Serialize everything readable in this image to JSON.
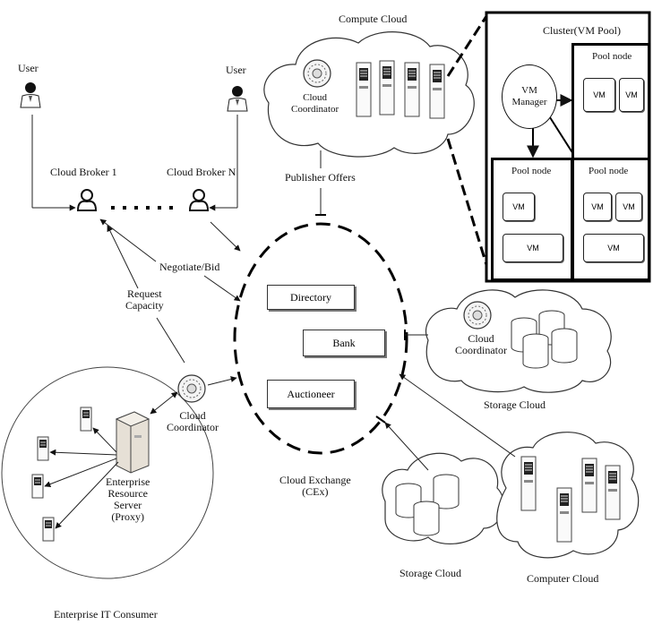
{
  "labels": {
    "compute_cloud": "Compute Cloud",
    "user_left": "User",
    "user_right": "User",
    "cloud_broker_1": "Cloud Broker 1",
    "cloud_broker_n": "Cloud Broker N",
    "cloud_coordinator_top": "Cloud\nCoordinator",
    "publisher_offers": "Publisher Offers",
    "negotiate_bid": "Negotiate/Bid",
    "request_capacity": "Request\nCapacity",
    "cloud_coordinator_mid": "Cloud\nCoordinator",
    "cloud_coordinator_right": "Cloud\nCoordinator",
    "storage_cloud_right": "Storage Cloud",
    "storage_cloud_bottom": "Storage Cloud",
    "computer_cloud": "Computer Cloud",
    "cloud_exchange": "Cloud Exchange\n(CEx)",
    "ers": "Enterprise\nResource\nServer\n(Proxy)",
    "enterprise_consumer": "Enterprise IT Consumer"
  },
  "exchange": {
    "directory": "Directory",
    "bank": "Bank",
    "auctioneer": "Auctioneer"
  },
  "cluster": {
    "title": "Cluster(VM Pool)",
    "vm_manager": "VM\nManager",
    "pool_node_1": "Pool node",
    "pool_node_2": "Pool node",
    "pool_node_3": "Pool node",
    "vm": "VM"
  }
}
